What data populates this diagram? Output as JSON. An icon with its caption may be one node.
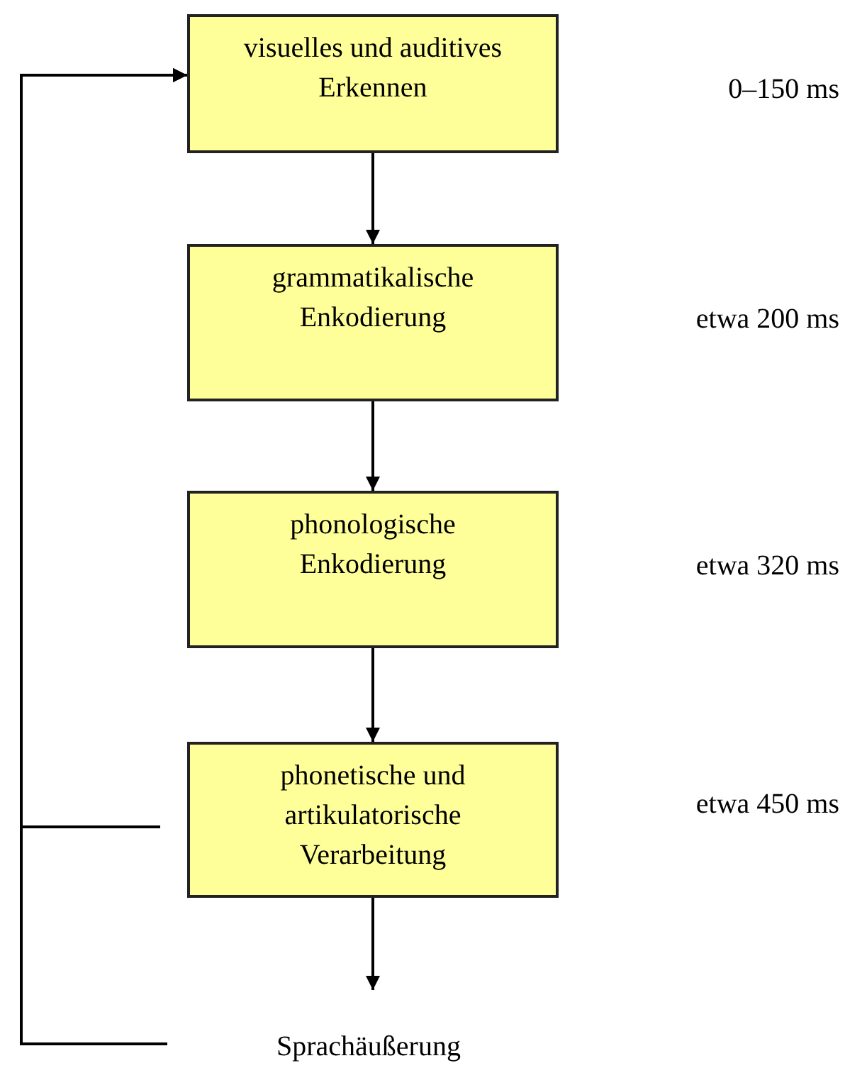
{
  "diagram": {
    "nodes": [
      {
        "text": [
          "visuelles und auditives Erkennen"
        ]
      },
      {
        "text": [
          "grammatikalische Enkodierung"
        ]
      },
      {
        "text": [
          "phonologische Enkodierung"
        ]
      },
      {
        "text": [
          "phonetische und artikulatorische Verarbeitung"
        ]
      },
      {
        "text": [
          "Sprachäußerung"
        ]
      }
    ],
    "edges": [
      {
        "from": 0,
        "to": 1,
        "arrow": "to"
      },
      {
        "from": 1,
        "to": 2,
        "arrow": "to"
      },
      {
        "from": 2,
        "to": 3,
        "arrow": "to"
      },
      {
        "from": 3,
        "to": 4,
        "arrow": "to"
      },
      {
        "from": 3,
        "to": 0,
        "arrow": "to"
      },
      {
        "from": 4,
        "to": 0,
        "arrow": "to"
      }
    ],
    "labels": [
      "0–150 ms",
      "etwa 200 ms",
      "etwa 320 ms",
      "etwa 450 ms"
    ]
  }
}
